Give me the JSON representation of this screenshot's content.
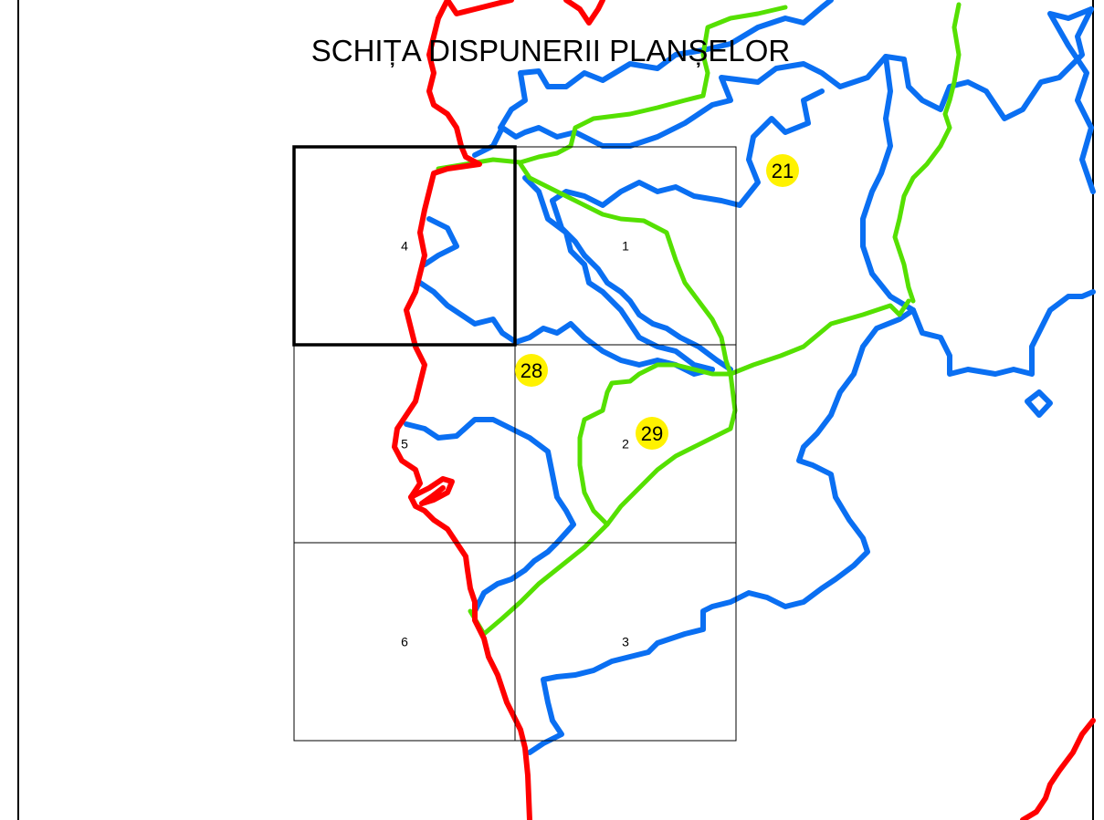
{
  "title": "SCHIȚA DISPUNERII PLANȘELOR",
  "colors": {
    "background": "#ffffff",
    "grid": "#000000",
    "red_boundary": "#ff0000",
    "blue_boundary": "#0a6ff2",
    "green_boundary": "#55e000",
    "marker_fill": "#fff200"
  },
  "sheets": [
    {
      "label": "4",
      "col": 0,
      "row": 0,
      "selected": true
    },
    {
      "label": "1",
      "col": 1,
      "row": 0,
      "selected": false
    },
    {
      "label": "5",
      "col": 0,
      "row": 1,
      "selected": false
    },
    {
      "label": "2",
      "col": 1,
      "row": 1,
      "selected": false
    },
    {
      "label": "6",
      "col": 0,
      "row": 2,
      "selected": false
    },
    {
      "label": "3",
      "col": 1,
      "row": 2,
      "selected": false
    }
  ],
  "markers": [
    {
      "label": "21"
    },
    {
      "label": "28"
    },
    {
      "label": "29"
    }
  ]
}
